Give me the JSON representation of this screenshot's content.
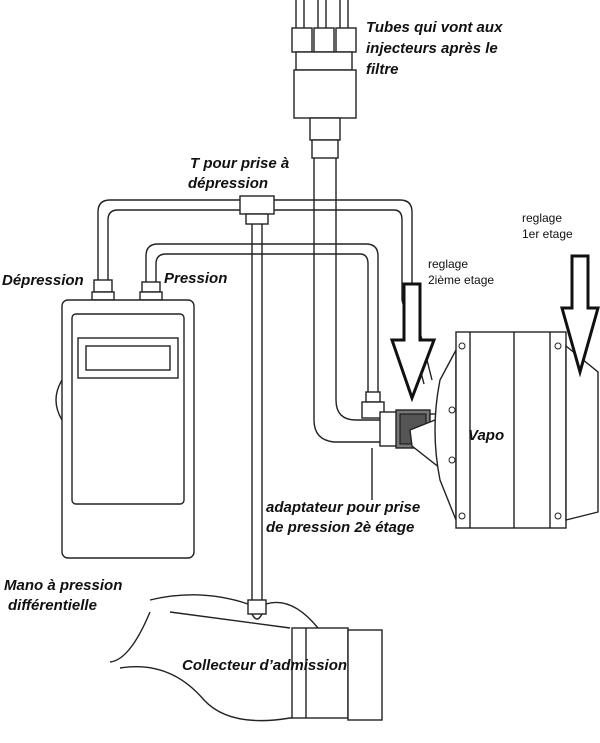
{
  "labels": {
    "tubes": [
      "Tubes qui vont aux",
      "injecteurs après le",
      "filtre"
    ],
    "t_prise": [
      "T pour prise à",
      "dépression"
    ],
    "depression": "Dépression",
    "pression": "Pression",
    "reglage_2": [
      "reglage",
      "2ième etage"
    ],
    "reglage_1": [
      "reglage",
      "1er etage"
    ],
    "vapo": "Vapo",
    "adaptateur": [
      "adaptateur pour prise",
      "de pression 2è étage"
    ],
    "mano": [
      "Mano à pression",
      "différentielle"
    ],
    "collecteur": "Collecteur d’admission"
  },
  "icons": [
    "down-arrow-icon",
    "gauge-icon",
    "vaporizer-icon",
    "tee-fitting-icon",
    "adapter-icon"
  ]
}
